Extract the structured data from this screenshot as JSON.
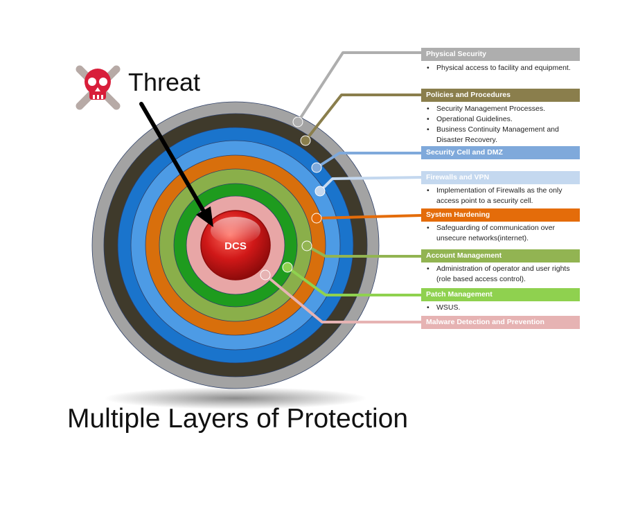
{
  "title": "Multiple Layers of Protection",
  "threat": {
    "label": "Threat",
    "icon": "skull-crossbones-icon"
  },
  "core": {
    "label": "DCS",
    "color": "#d01818"
  },
  "layers": [
    {
      "title": "Physical Security",
      "color": "#aeaeae",
      "ring_color": "#a3a3a3",
      "bullets": [
        "Physical access to facility and equipment."
      ]
    },
    {
      "title": "Policies and Procedures",
      "color": "#8a7e4c",
      "ring_color": "#3f3a2b",
      "bullets": [
        "Security Management Processes.",
        "Operational Guidelines.",
        "Business Continuity Management and Disaster Recovery."
      ]
    },
    {
      "title": "Security Cell and DMZ",
      "color": "#7fa9db",
      "ring_color": "#1a74cc",
      "bullets": []
    },
    {
      "title": "Firewalls and VPN",
      "color": "#c4d8ef",
      "ring_color": "#4d9be5",
      "bullets": [
        "Implementation of Firewalls as the only access point to a security cell."
      ]
    },
    {
      "title": "System Hardening",
      "color": "#e46c0a",
      "ring_color": "#d86f0c",
      "bullets": [
        "Safeguarding of communication over unsecure networks(internet)."
      ]
    },
    {
      "title": "Account Management",
      "color": "#92b452",
      "ring_color": "#8aaf4a",
      "bullets": [
        "Administration of operator and user rights (role based access control)."
      ]
    },
    {
      "title": "Patch Management",
      "color": "#8fd14f",
      "ring_color": "#1e9b1e",
      "bullets": [
        "WSUS."
      ]
    },
    {
      "title": "Malware Detection and Prevention",
      "color": "#e6b3b3",
      "ring_color": "#e8a6a6",
      "bullets": []
    }
  ]
}
